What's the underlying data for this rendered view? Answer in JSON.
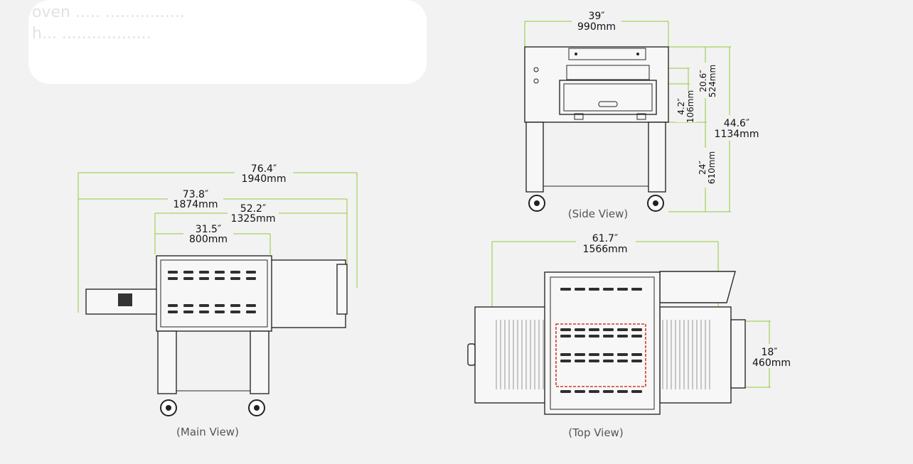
{
  "overlay": {
    "line1": "oven ..... ................",
    "line2": "h... .................."
  },
  "main_view": {
    "caption": "(Main View)",
    "dims": [
      {
        "inch": "76.4″",
        "mm": "1940mm"
      },
      {
        "inch": "73.8″",
        "mm": "1874mm"
      },
      {
        "inch": "52.2″",
        "mm": "1325mm"
      },
      {
        "inch": "31.5″",
        "mm": "800mm"
      }
    ]
  },
  "side_view": {
    "caption": "(Side View)",
    "width": {
      "inch": "39″",
      "mm": "990mm"
    },
    "height_total": {
      "inch": "44.6″",
      "mm": "1134mm"
    },
    "height_chamber": {
      "inch": "20.6″",
      "mm": "524mm"
    },
    "opening": {
      "inch": "4.2″",
      "mm": "106mm"
    },
    "leg_height": {
      "inch": "24″",
      "mm": "610mm"
    }
  },
  "top_view": {
    "caption": "(Top View)",
    "width": {
      "inch": "61.7″",
      "mm": "1566mm"
    },
    "belt": {
      "inch": "18″",
      "mm": "460mm"
    }
  },
  "colors": {
    "dimension_line": "#93c93b",
    "outline": "#2a2a2a",
    "baking_zone": "#d03a2a"
  }
}
